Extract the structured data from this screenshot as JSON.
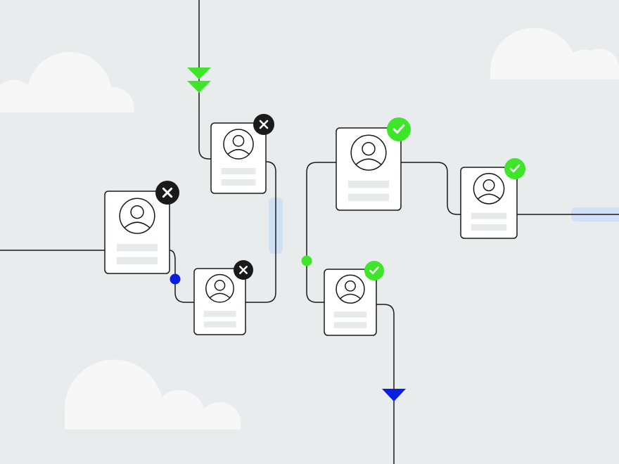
{
  "colors": {
    "background": "#e8eced",
    "cloud": "#f7f7f7",
    "line": "#1a1a1a",
    "approved": "#3ee62a",
    "rejected": "#1a1a1a",
    "blue": "#0a1ee0",
    "highlight": "#cfe0f7",
    "placeholder": "#e6eaeb"
  },
  "cards": [
    {
      "id": "a",
      "status": "rejected"
    },
    {
      "id": "b",
      "status": "rejected"
    },
    {
      "id": "c",
      "status": "rejected"
    },
    {
      "id": "d",
      "status": "approved"
    },
    {
      "id": "e",
      "status": "approved"
    },
    {
      "id": "f",
      "status": "approved"
    }
  ]
}
